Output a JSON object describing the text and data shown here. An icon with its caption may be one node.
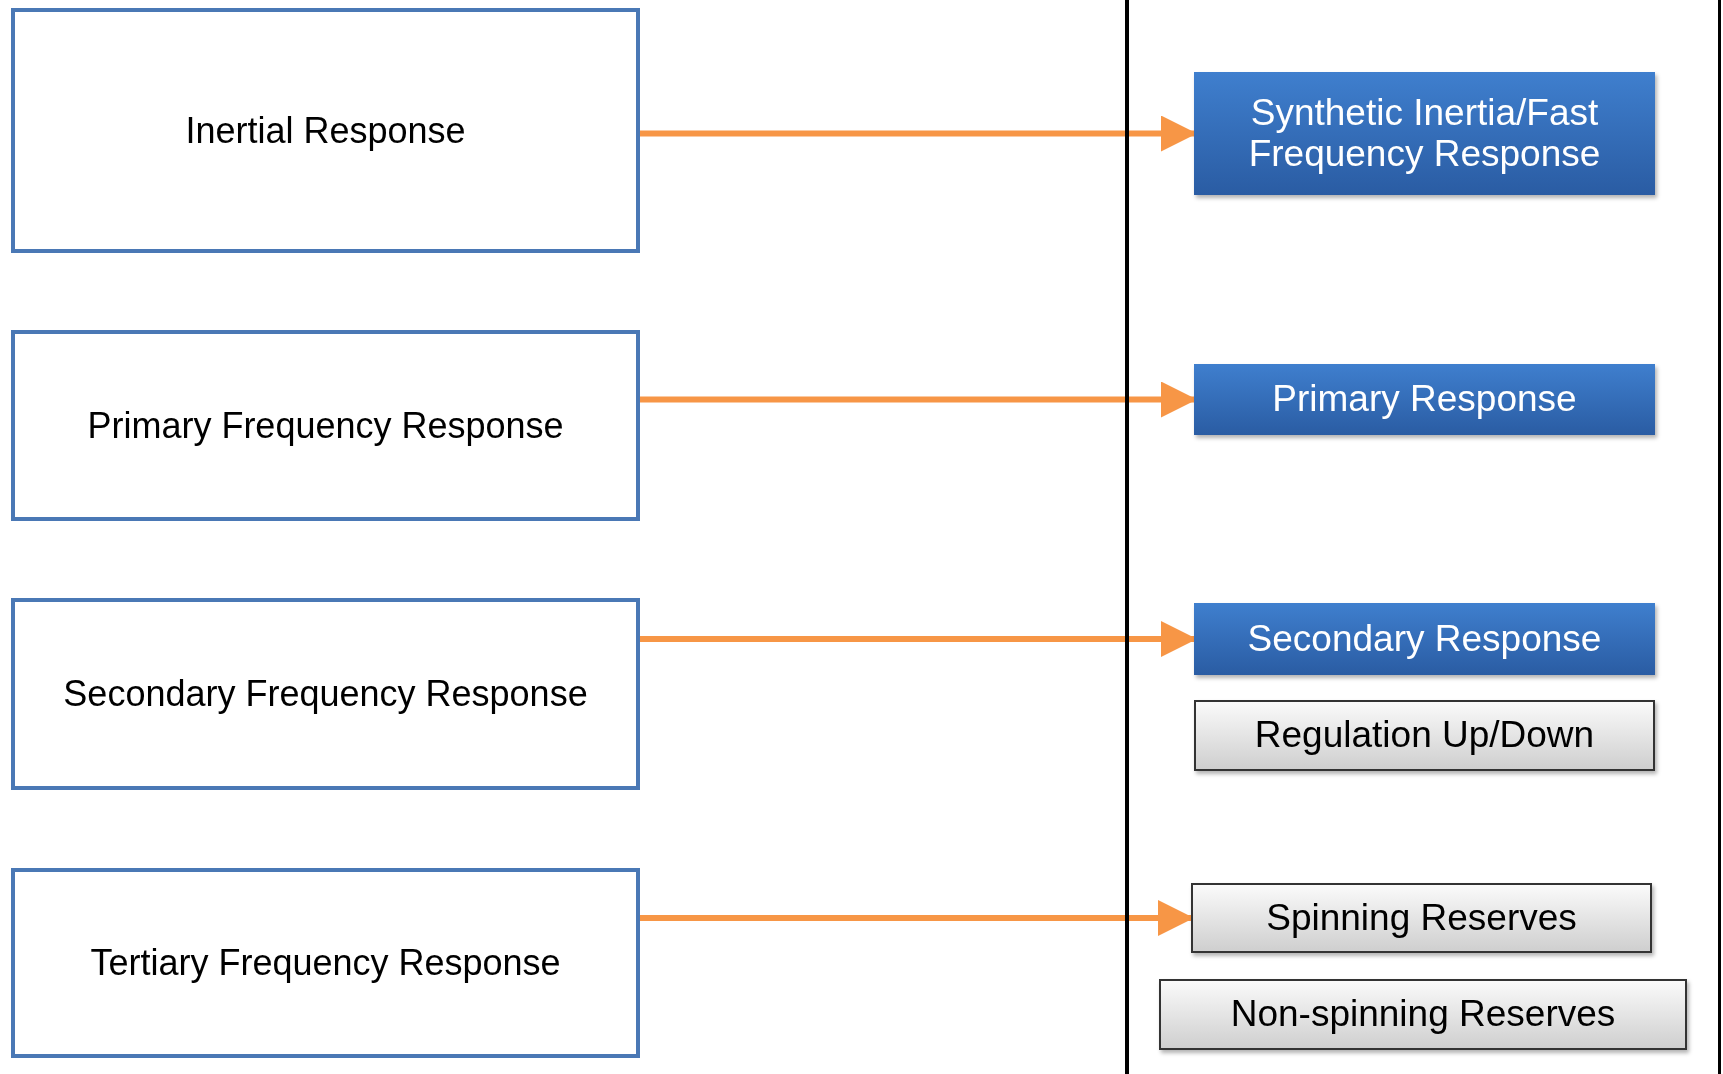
{
  "diagram": {
    "nodes": [
      {
        "text": [
          "Inertial Response"
        ]
      },
      {
        "text": [
          "Primary Frequency Response"
        ]
      },
      {
        "text": [
          "Secondary Frequency Response"
        ]
      },
      {
        "text": [
          "Tertiary Frequency Response"
        ]
      },
      {
        "text": [
          "Synthetic Inertia/Fast Frequency Response"
        ]
      },
      {
        "text": [
          "Primary Response"
        ]
      },
      {
        "text": [
          "Secondary Response"
        ]
      },
      {
        "text": [
          "Regulation Up/Down"
        ]
      },
      {
        "text": [
          "Spinning Reserves"
        ]
      },
      {
        "text": [
          "Non-spinning Reserves"
        ]
      }
    ],
    "edges": [
      {
        "from": 0,
        "to": 4,
        "arrow": "to"
      },
      {
        "from": 1,
        "to": 5,
        "arrow": "to"
      },
      {
        "from": 2,
        "to": 6,
        "arrow": "to"
      },
      {
        "from": 3,
        "to": 8,
        "arrow": "to"
      }
    ]
  }
}
